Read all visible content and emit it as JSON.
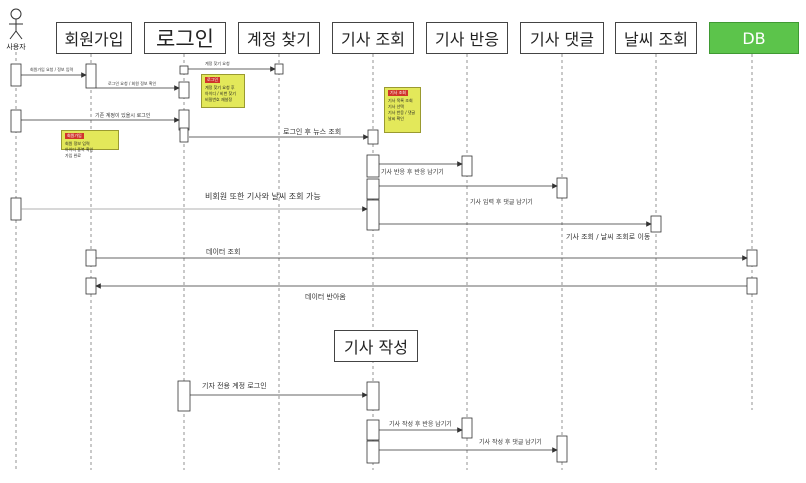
{
  "actor": {
    "label": "사용자"
  },
  "participants": [
    {
      "id": "signup",
      "label": "회원가입"
    },
    {
      "id": "login",
      "label": "로그인"
    },
    {
      "id": "find",
      "label": "계정 찾기"
    },
    {
      "id": "article",
      "label": "기사 조회"
    },
    {
      "id": "reaction",
      "label": "기사 반응"
    },
    {
      "id": "comment",
      "label": "기사 댓글"
    },
    {
      "id": "weather",
      "label": "날씨 조회"
    },
    {
      "id": "db",
      "label": "DB"
    }
  ],
  "colors": {
    "db_header": "#5cc44b",
    "note_bg": "#e3e85a",
    "note_tag": "#d0352b"
  },
  "messages": {
    "m1": "회원가입 요청 / 정보 입력",
    "m2": "로그인 요청 / 회원 정보 확인",
    "m3": "계정 찾기 요청",
    "m4": "기존 계정이 있을시 로그인",
    "m5": "로그인 후 뉴스 조회",
    "m6": "기사 반응 후 반응 남기기",
    "m7": "기사 입력 후 댓글 남기기",
    "m8": "비회원 또한 기사와 날씨 조회 가능",
    "m9": "기사 조회 / 날씨 조회로 이동",
    "m10": "데이터 조회",
    "m11": "데이터 반아옴",
    "m12": "기자 전용 계정 로그인",
    "m13": "기사 작성 후 반응 남기기",
    "m14": "기사 작성 후 댓글 남기기"
  },
  "section_title": "기사 작성",
  "notes": {
    "n1": {
      "tag": "로그인",
      "lines": [
        "계정 찾기 요청 후",
        "아이디 / 비번 찾기",
        "비밀번호 재설정"
      ]
    },
    "n2": {
      "tag": "회원가입",
      "lines": [
        "회원 정보 입력",
        "아이디 중복 확인",
        "가입 완료"
      ]
    },
    "n3": {
      "tag": "기사 조회",
      "lines": [
        "기사 목록 조회",
        "기사 선택",
        "기사 반응 / 댓글",
        "날씨 확인"
      ]
    }
  }
}
